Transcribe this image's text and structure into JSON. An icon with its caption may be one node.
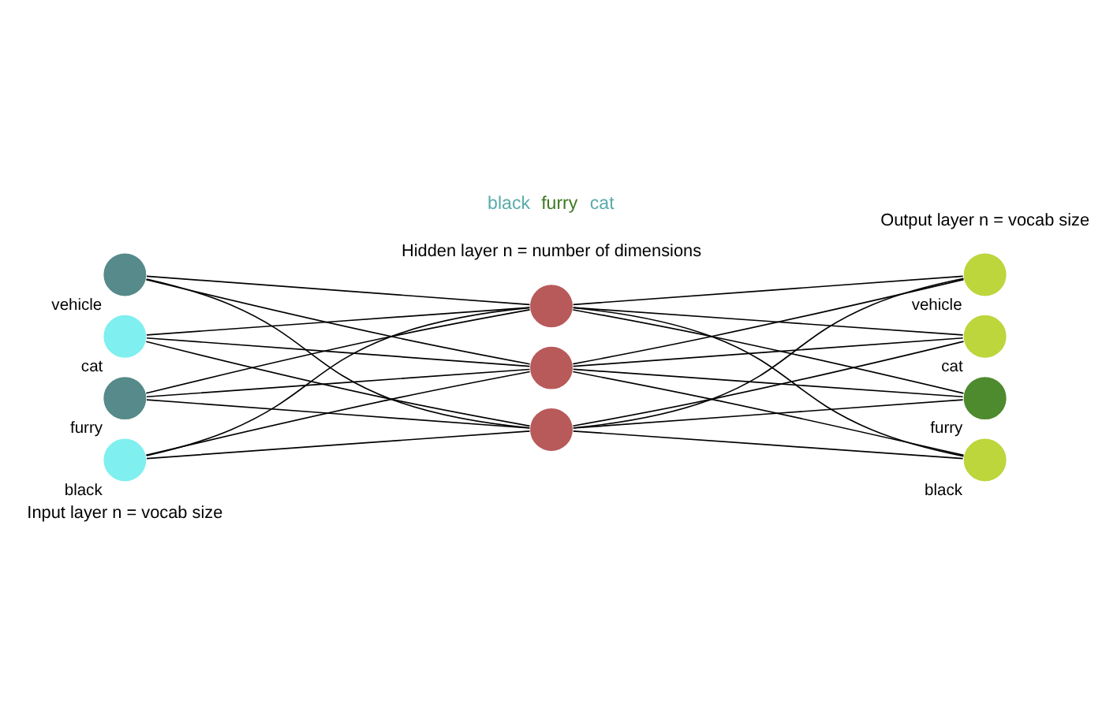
{
  "diagram": {
    "nodes": [
      {
        "text": [],
        "shape": "circle",
        "beside": [
          "furry"
        ]
      },
      {
        "text": [],
        "shape": "circle",
        "beside": [
          "black"
        ]
      },
      {
        "text": [],
        "shape": "circle",
        "beside": [
          "vehicle"
        ]
      },
      {
        "text": [],
        "shape": "circle",
        "beside": [
          "cat"
        ]
      },
      {
        "text": [],
        "shape": "circle"
      },
      {
        "text": [],
        "shape": "circle"
      },
      {
        "text": [],
        "shape": "circle"
      },
      {
        "text": [],
        "shape": "circle",
        "beside": [
          "furry"
        ]
      },
      {
        "text": [],
        "shape": "circle",
        "beside": [
          "black"
        ]
      },
      {
        "text": [],
        "shape": "circle",
        "beside": [
          "vehicle"
        ]
      },
      {
        "text": [],
        "shape": "circle",
        "beside": [
          "cat"
        ]
      }
    ],
    "edges": [
      {
        "from": 0,
        "to": 4,
        "arrow": "none"
      },
      {
        "from": 0,
        "to": 5,
        "arrow": "none"
      },
      {
        "from": 0,
        "to": 6,
        "arrow": "none"
      },
      {
        "from": 1,
        "to": 4,
        "arrow": "none"
      },
      {
        "from": 1,
        "to": 5,
        "arrow": "none"
      },
      {
        "from": 1,
        "to": 6,
        "arrow": "none"
      },
      {
        "from": 2,
        "to": 4,
        "arrow": "none"
      },
      {
        "from": 2,
        "to": 5,
        "arrow": "none"
      },
      {
        "from": 2,
        "to": 6,
        "arrow": "none"
      },
      {
        "from": 3,
        "to": 4,
        "arrow": "none"
      },
      {
        "from": 3,
        "to": 5,
        "arrow": "none"
      },
      {
        "from": 3,
        "to": 6,
        "arrow": "none"
      },
      {
        "from": 4,
        "to": 7,
        "arrow": "none"
      },
      {
        "from": 4,
        "to": 8,
        "arrow": "none"
      },
      {
        "from": 4,
        "to": 9,
        "arrow": "none"
      },
      {
        "from": 4,
        "to": 10,
        "arrow": "none"
      },
      {
        "from": 5,
        "to": 7,
        "arrow": "none"
      },
      {
        "from": 5,
        "to": 8,
        "arrow": "none"
      },
      {
        "from": 5,
        "to": 9,
        "arrow": "none"
      },
      {
        "from": 5,
        "to": 10,
        "arrow": "none"
      },
      {
        "from": 6,
        "to": 7,
        "arrow": "none"
      },
      {
        "from": 6,
        "to": 8,
        "arrow": "none"
      },
      {
        "from": 6,
        "to": 9,
        "arrow": "none"
      },
      {
        "from": 6,
        "to": 10,
        "arrow": "none"
      }
    ],
    "labels": [
      "Input layer n = vocab size",
      "Hidden layer n = number of dimensions",
      "Output layer n = vocab size",
      "black",
      "furry",
      "cat"
    ]
  }
}
